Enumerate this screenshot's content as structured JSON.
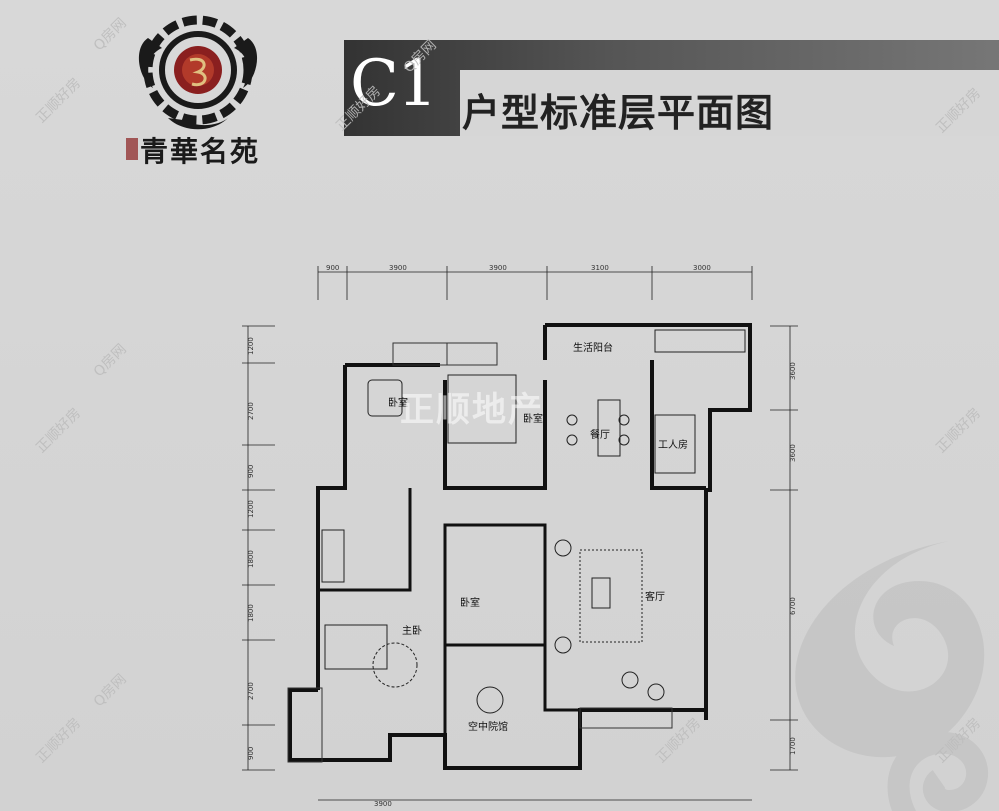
{
  "brand": {
    "name": "青華名苑"
  },
  "title": {
    "code": "C1",
    "text": "户型标准层平面图"
  },
  "watermarks": {
    "site": "Q房网",
    "company": "正顺好房",
    "center": "正顺地产"
  },
  "dimensions": {
    "top": [
      "900",
      "3900",
      "3900",
      "3100",
      "3000"
    ],
    "bottom": [
      "3900"
    ],
    "left": [
      "1200",
      "2700",
      "900",
      "1200",
      "1800",
      "1800",
      "2700",
      "900"
    ],
    "right": [
      "3600",
      "3600",
      "6700",
      "1700"
    ]
  },
  "rooms": {
    "bedroom_top_left": "卧室",
    "bedroom_top": "卧室",
    "utility_balcony": "生活阳台",
    "dining": "餐厅",
    "servant_room": "工人房",
    "bedroom_mid": "卧室",
    "living": "客厅",
    "master": "主卧",
    "sky_garden": "空中院馆"
  },
  "colors": {
    "title_bar": "#444444",
    "title_code": "#ffffff",
    "brand_red": "#8a1f1f",
    "background": "#d5d5d5"
  }
}
